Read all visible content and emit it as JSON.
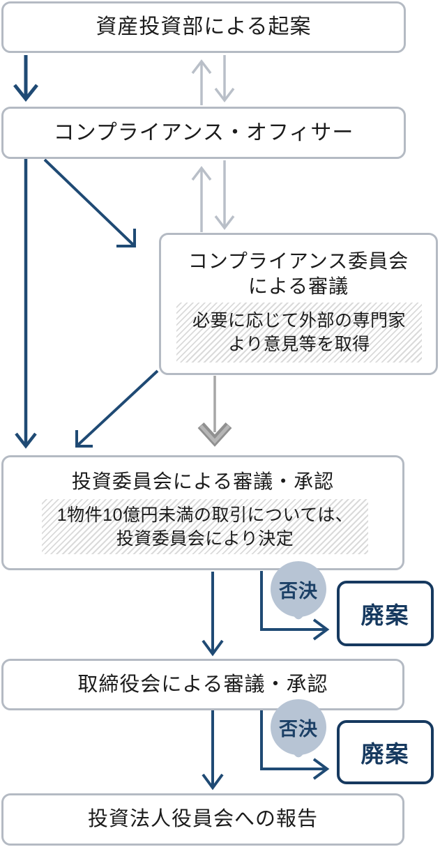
{
  "diagram": {
    "type": "flowchart",
    "nodes": {
      "proposal": {
        "label": "資産投資部による起案"
      },
      "compliance_officer": {
        "label": "コンプライアンス・オフィサー"
      },
      "compliance_committee": {
        "label": "コンプライアンス委員会\nによる審議",
        "note": "必要に応じて外部の専門家\nより意見等を取得"
      },
      "investment_committee": {
        "label": "投資委員会による審議・承認",
        "note": "1物件10億円未満の取引については、\n投資委員会により決定"
      },
      "board": {
        "label": "取締役会による審議・承認"
      },
      "report": {
        "label": "投資法人役員会への報告"
      }
    },
    "reject": {
      "bubble_label": "否決",
      "discard_label": "廃案"
    },
    "colors": {
      "navy_arrow": "#1f4a74",
      "dark_navy": "#16395f",
      "bluegray_arrow": "#b9bfc8",
      "midgray_arrow": "#a6a6a6",
      "box_border": "#b4bac3",
      "bubble_fill": "#b7c4d4",
      "text": "#1b1b1b"
    }
  }
}
